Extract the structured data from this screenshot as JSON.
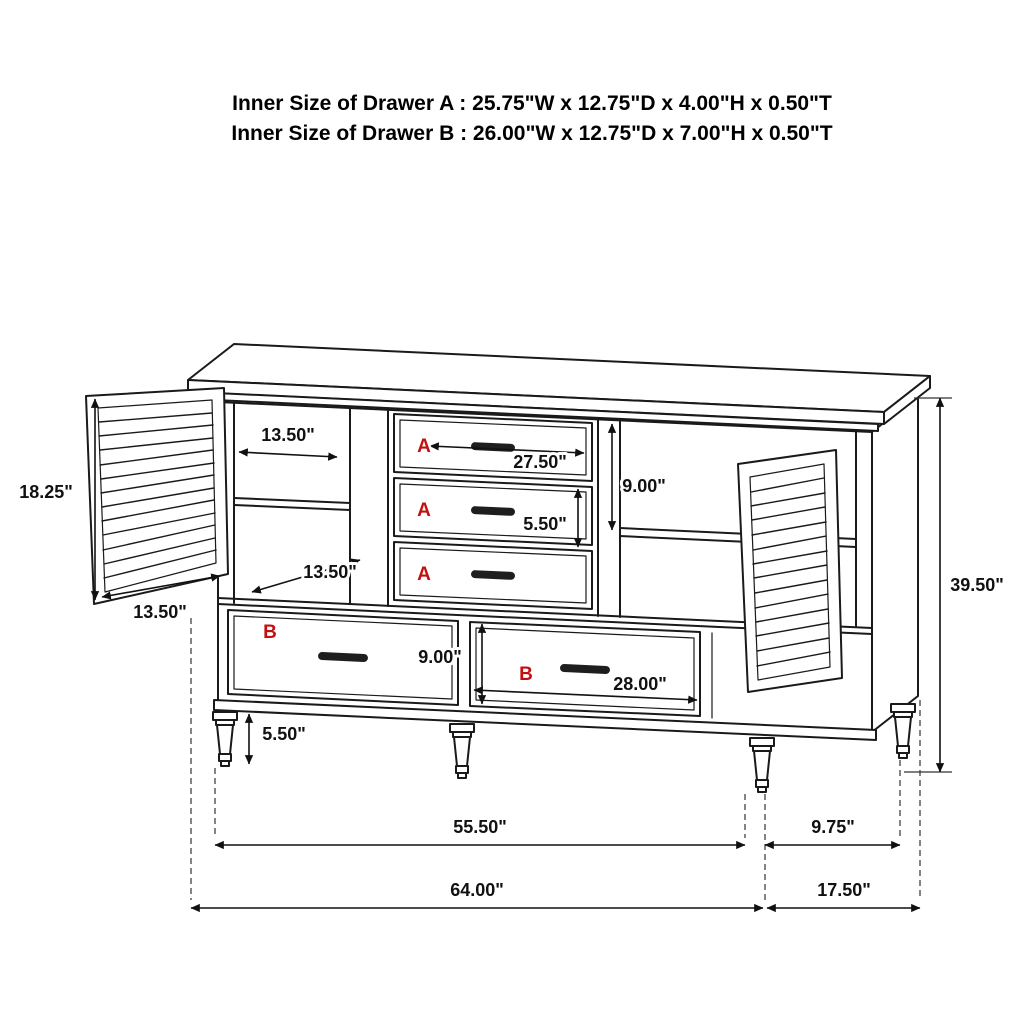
{
  "title": {
    "line1": "Inner Size of Drawer A : 25.75\"W x 12.75\"D x 4.00\"H x 0.50\"T",
    "line2": "Inner Size of Drawer B : 26.00\"W x 12.75\"D x 7.00\"H x 0.50\"T"
  },
  "drawer_labels": {
    "a1": "A",
    "a2": "A",
    "a3": "A",
    "b1": "B",
    "b2": "B"
  },
  "dims": {
    "shelf_width_top_left": "13.50\"",
    "door_left_height": "18.25\"",
    "door_left_width": "13.50\"",
    "shelf_depth_lower_left": "13.50\"",
    "drawer_a_width": "27.50\"",
    "drawer_a_height": "5.50\"",
    "right_opening_height": "9.00\"",
    "overall_height": "39.50\"",
    "drawer_b_height": "9.00\"",
    "drawer_b_width": "28.00\"",
    "leg_height": "5.50\"",
    "leg_span": "55.50\"",
    "back_leg_offset": "9.75\"",
    "overall_width": "64.00\"",
    "overall_depth": "17.50\""
  },
  "colors": {
    "line": "#1a1a1a",
    "label_accent": "#c40f0f",
    "background": "#ffffff"
  }
}
